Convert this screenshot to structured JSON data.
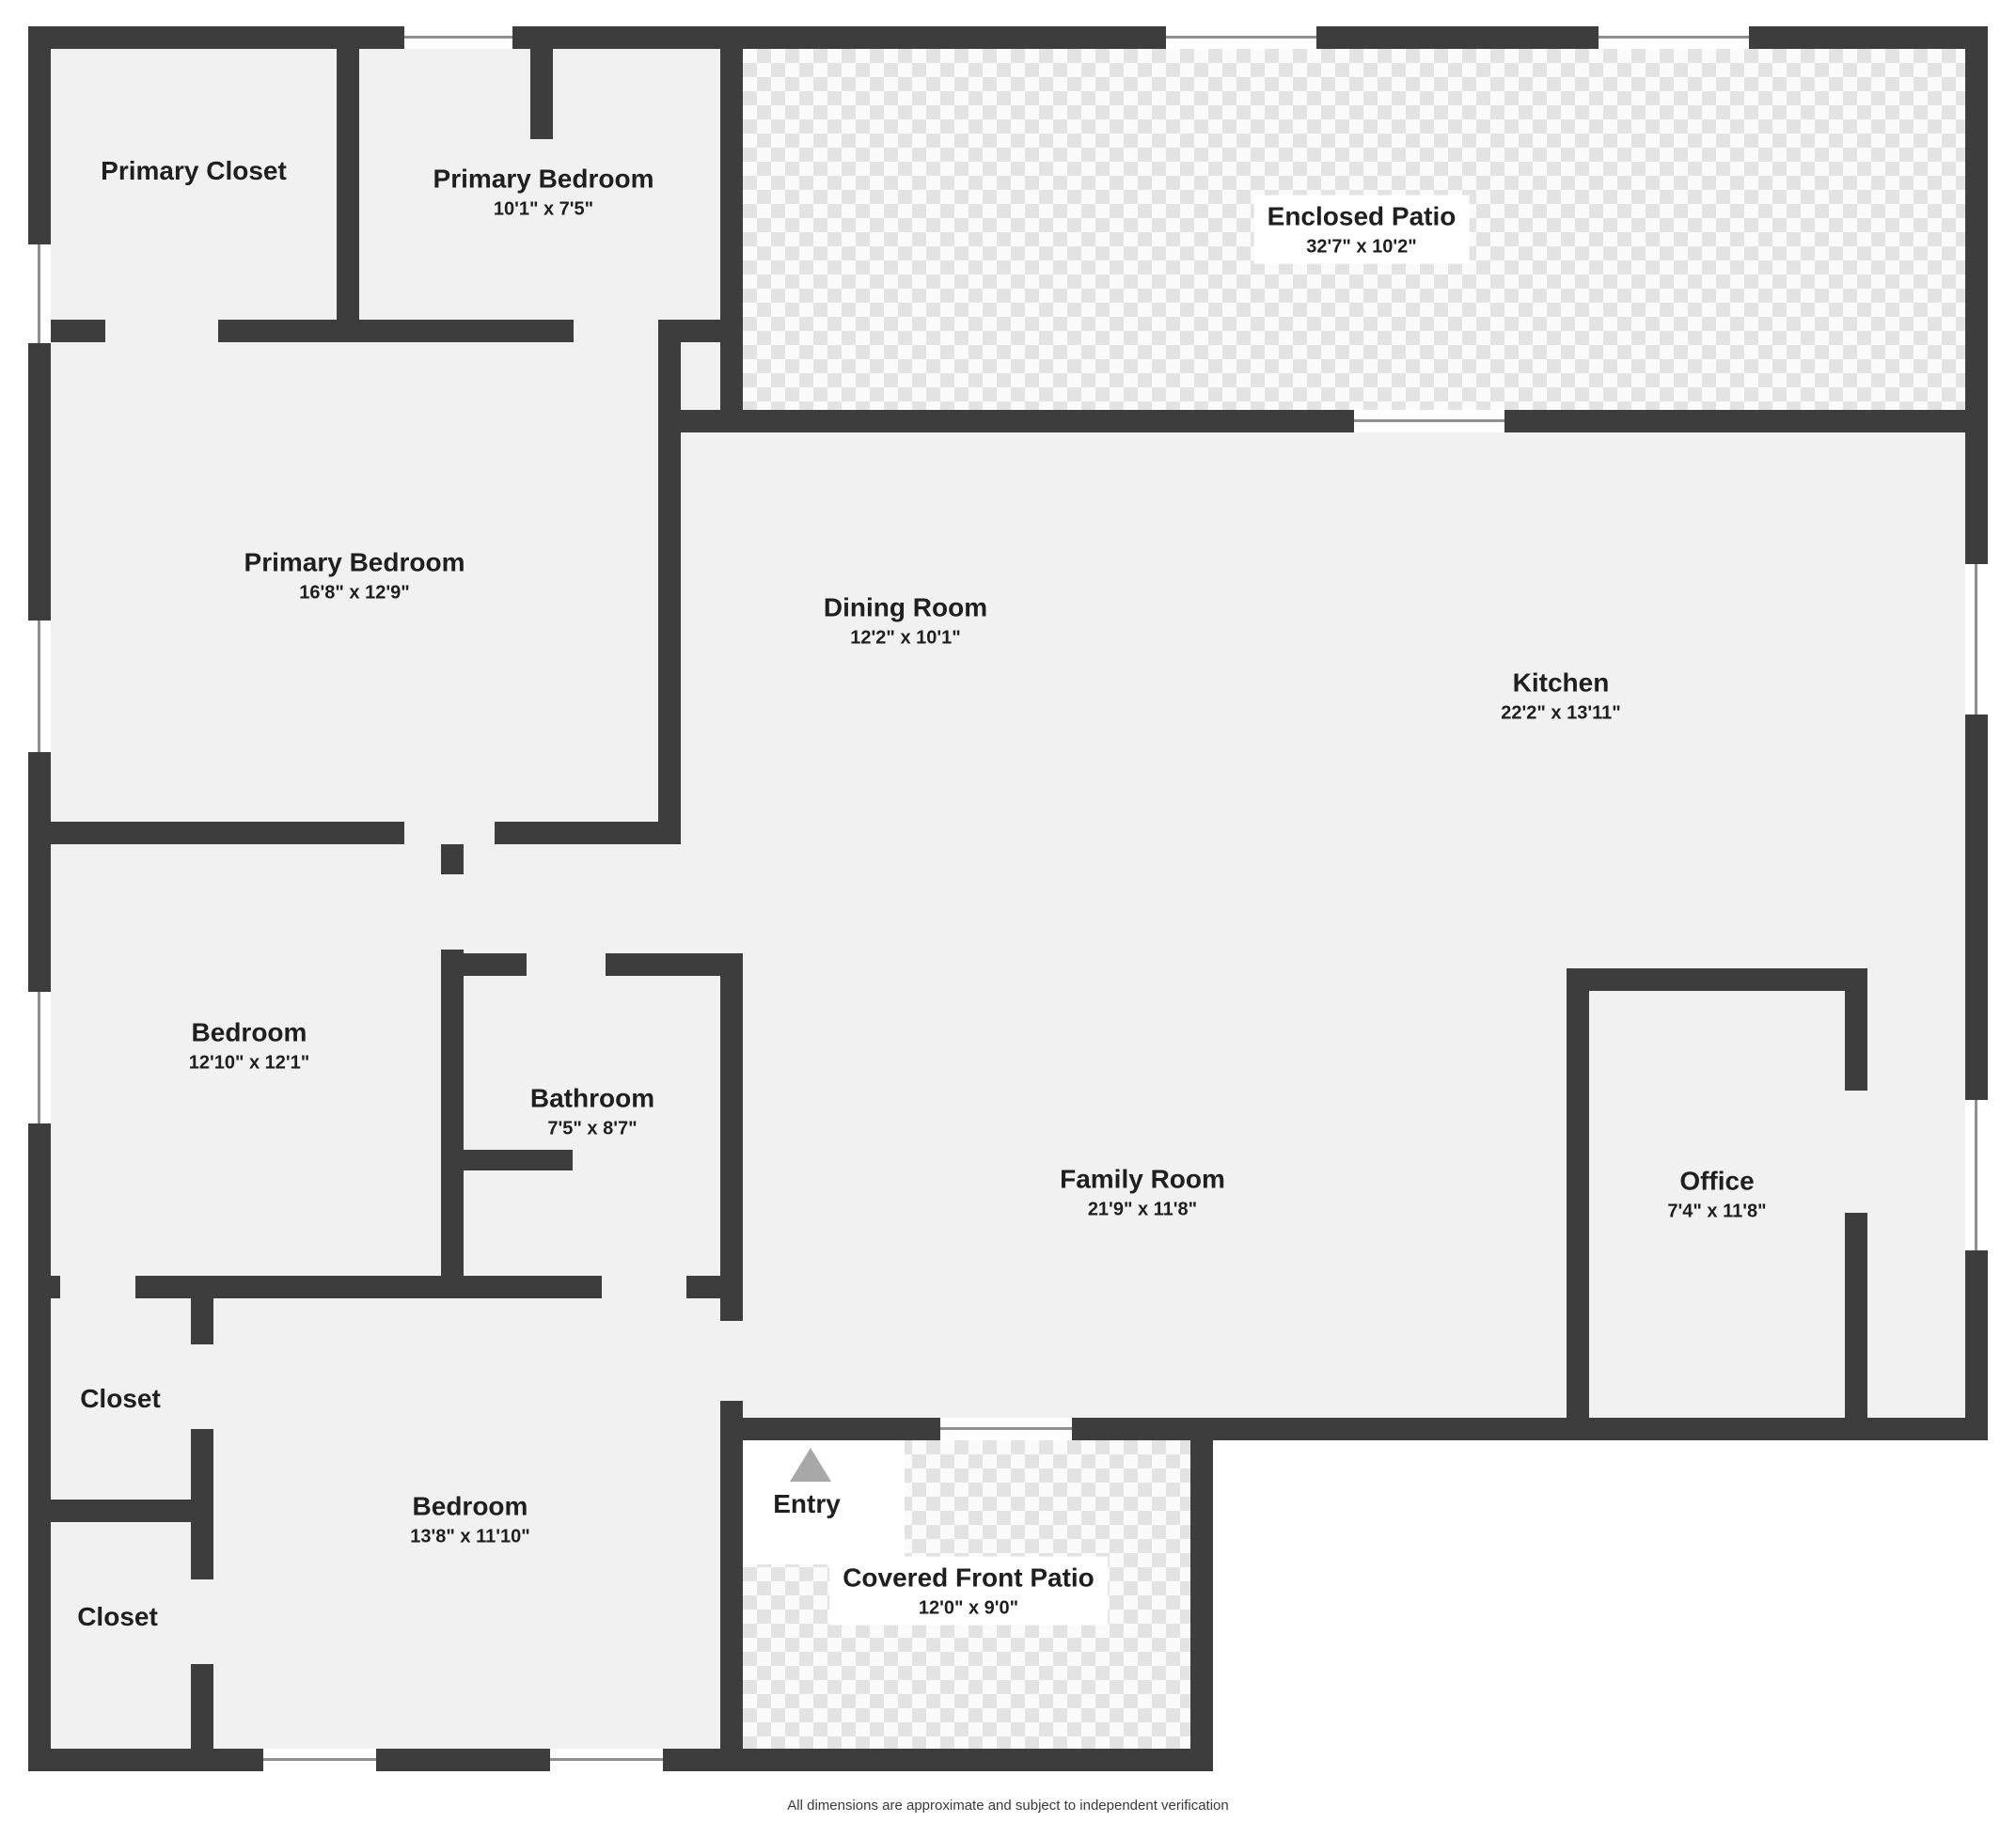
{
  "colors": {
    "wall": "#3d3d3d",
    "floor": "#f1f1f1",
    "checker": "#e3e3e3",
    "ink": "#1f1f1f"
  },
  "rooms": {
    "primary_closet": {
      "name": "Primary Closet",
      "dims": ""
    },
    "primary_bedroom_top": {
      "name": "Primary Bedroom",
      "dims": "10'1\" x 7'5\""
    },
    "enclosed_patio": {
      "name": "Enclosed Patio",
      "dims": "32'7\" x 10'2\""
    },
    "primary_bedroom": {
      "name": "Primary Bedroom",
      "dims": "16'8\" x 12'9\""
    },
    "dining_room": {
      "name": "Dining Room",
      "dims": "12'2\" x 10'1\""
    },
    "kitchen": {
      "name": "Kitchen",
      "dims": "22'2\" x 13'11\""
    },
    "bedroom_left": {
      "name": "Bedroom",
      "dims": "12'10\" x 12'1\""
    },
    "bathroom": {
      "name": "Bathroom",
      "dims": "7'5\" x 8'7\""
    },
    "family_room": {
      "name": "Family Room",
      "dims": "21'9\" x 11'8\""
    },
    "office": {
      "name": "Office",
      "dims": "7'4\" x 11'8\""
    },
    "closet_upper": {
      "name": "Closet",
      "dims": ""
    },
    "closet_lower": {
      "name": "Closet",
      "dims": ""
    },
    "bedroom_bottom": {
      "name": "Bedroom",
      "dims": "13'8\" x 11'10\""
    },
    "entry": {
      "name": "Entry",
      "dims": ""
    },
    "covered_front_patio": {
      "name": "Covered Front Patio",
      "dims": "12'0\" x 9'0\""
    }
  },
  "footer": {
    "disclaimer": "All dimensions are approximate and subject to independent verification"
  }
}
